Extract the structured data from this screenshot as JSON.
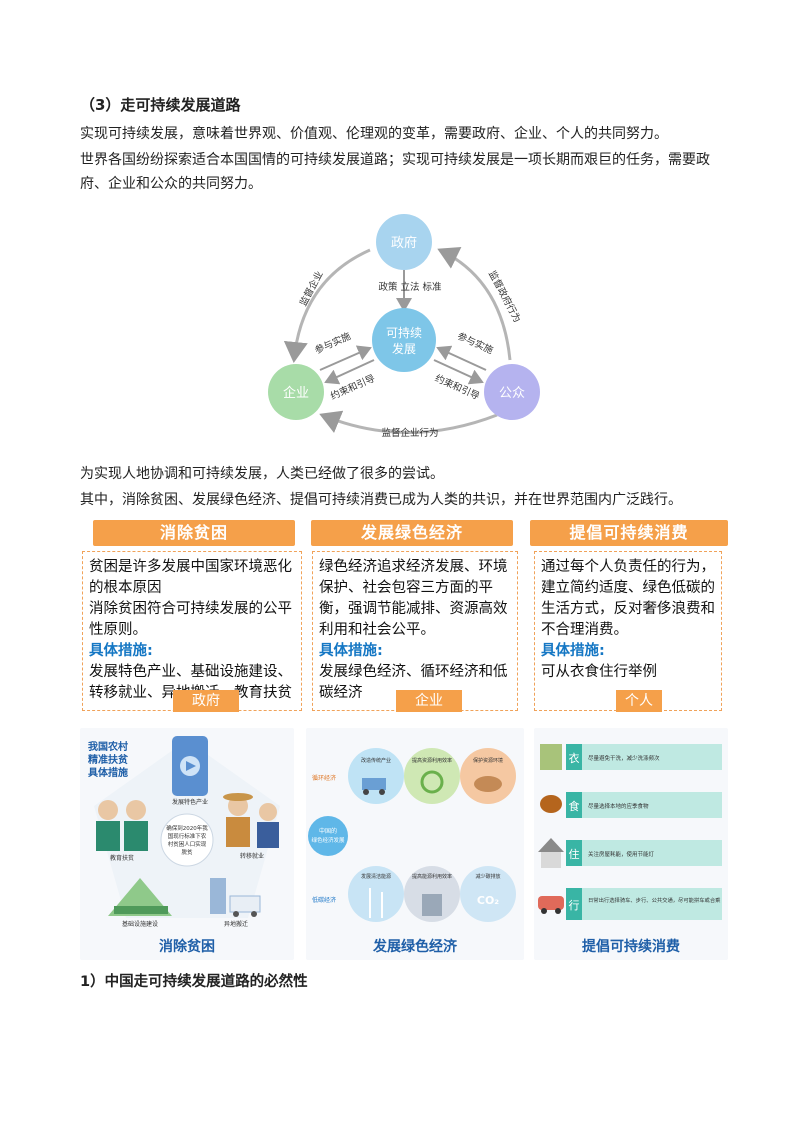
{
  "heading": "（3）走可持续发展道路",
  "paragraphs": [
    "实现可持续发展，意味着世界观、价值观、伦理观的变革，需要政府、企业、个人的共同努力。",
    "世界各国纷纷探索适合本国国情的可持续发展道路；实现可持续发展是一项长期而艰巨的任务，需要政府、企业和公众的共同努力。",
    "为实现人地协调和可持续发展，人类已经做了很多的尝试。",
    "其中，消除贫困、发展绿色经济、提倡可持续消费已成为人类的共识，并在世界范围内广泛践行。"
  ],
  "cycle": {
    "center_line1": "可持续",
    "center_line2": "发展",
    "gov": "政府",
    "ent": "企业",
    "pub": "公众",
    "policy": "政策 立法 标准",
    "supervise_ent_left": "监督企业",
    "supervise_gov": "监督政府行为",
    "participate_left": "参与实施",
    "constrain_left": "约束和引导",
    "participate_right": "参与实施",
    "constrain_right": "约束和引导",
    "supervise_ent_bottom": "监督企业行为"
  },
  "cards": [
    {
      "title": "消除贫困",
      "body1": "贫困是许多发展中国家环境恶化的根本原因",
      "body2": "消除贫困符合可持续发展的公平性原则。",
      "measure_label": "具体措施:",
      "measure": "发展特色产业、基础设施建设、转移就业、异地搬迁、教育扶贫",
      "tag": "政府"
    },
    {
      "title": "发展绿色经济",
      "body1": "绿色经济追求经济发展、环境保护、社会包容三方面的平衡，强调节能减排、资源高效利用和社会公平。",
      "body2": "",
      "measure_label": "具体措施:",
      "measure": "发展绿色经济、循环经济和低碳经济",
      "tag": "企业"
    },
    {
      "title": "提倡可持续消费",
      "body1": "通过每个人负责任的行为，建立简约适度、绿色低碳的生活方式，反对奢侈浪费和不合理消费。",
      "body2": "",
      "measure_label": "具体措施:",
      "measure": "可从衣食住行举例",
      "tag": "个人"
    }
  ],
  "poverty_pic": {
    "title_l1": "我国农村",
    "title_l2": "精准扶贫",
    "title_l3": "具体措施",
    "industry": "发展特色产业",
    "education": "教育扶贫",
    "employment": "转移就业",
    "infrastructure": "基础设施建设",
    "relocation": "异地搬迁",
    "center_l1": "确保到2020年我",
    "center_l2": "国现行标准下农",
    "center_l3": "村贫困人口实现",
    "center_l4": "脱贫",
    "caption": "消除贫困"
  },
  "green_pic": {
    "circular": "循环经济",
    "lowcarbon": "低碳经济",
    "center_l1": "中国的",
    "center_l2": "绿色经济发展",
    "c1": "改造传统产业",
    "c2": "提高资源利用效率",
    "c3": "保护资源环境",
    "l1": "发展清洁能源",
    "l2": "提高能源利用效率",
    "l3": "减少碳排放",
    "co2": "CO₂",
    "caption": "发展绿色经济"
  },
  "consume_pic": {
    "items": [
      {
        "char": "衣",
        "text": "尽量避免干洗，减少洗涤频次"
      },
      {
        "char": "食",
        "text": "尽量选择本地的应季食物"
      },
      {
        "char": "住",
        "text": "关注房屋耗能，使用节能灯"
      },
      {
        "char": "行",
        "text": "日常出行选择骑车、步行、公共交通，尽可能拼车或合乘"
      }
    ],
    "caption": "提倡可持续消费"
  },
  "subheading": "1）中国走可持续发展道路的必然性",
  "colors": {
    "orange": "#f5a04a",
    "blue": "#1577c4",
    "gov_circle": "#a8d4ef",
    "center_circle": "#7ec6e8",
    "ent_circle": "#a8dca8",
    "pub_circle": "#b5b3ef"
  }
}
